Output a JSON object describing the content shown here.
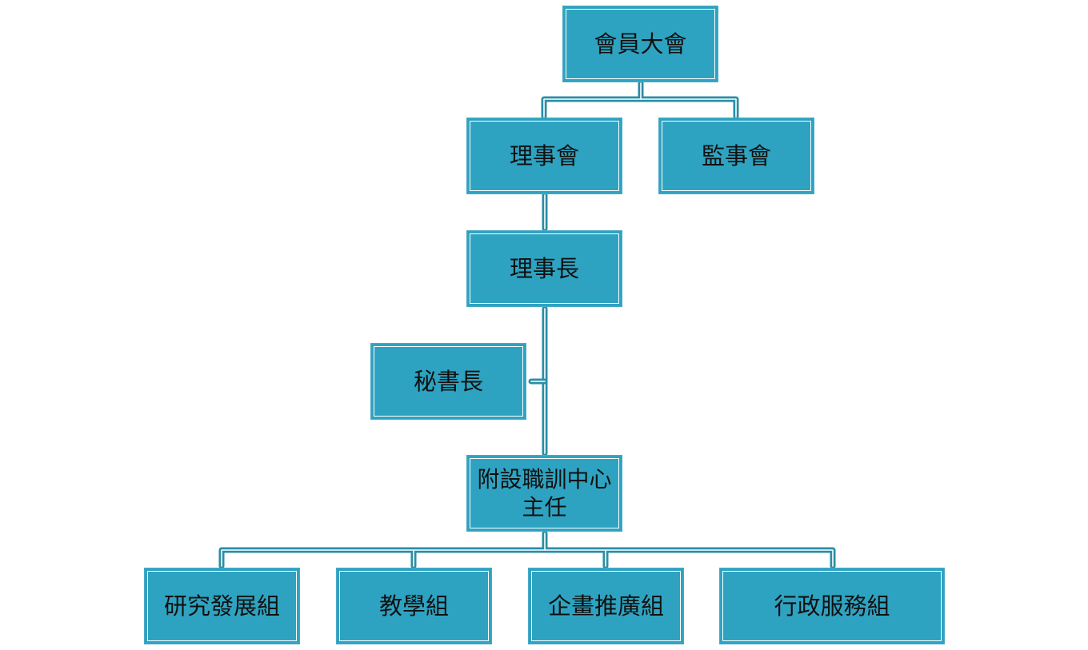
{
  "diagram": {
    "type": "org-chart",
    "colors": {
      "box_fill": "#2ea3c1",
      "connector": "#2b8ea7",
      "text": "#111111",
      "background": "#ffffff"
    },
    "nodes": {
      "general_assembly": "會員大會",
      "board_of_directors": "理事會",
      "board_of_supervisors": "監事會",
      "chairman": "理事長",
      "secretary_general": "秘書長",
      "training_center_director": "附設職訓中心\n主任",
      "rd_group": "研究發展組",
      "teaching_group": "教學組",
      "planning_promotion_group": "企畫推廣組",
      "admin_services_group": "行政服務組"
    }
  }
}
